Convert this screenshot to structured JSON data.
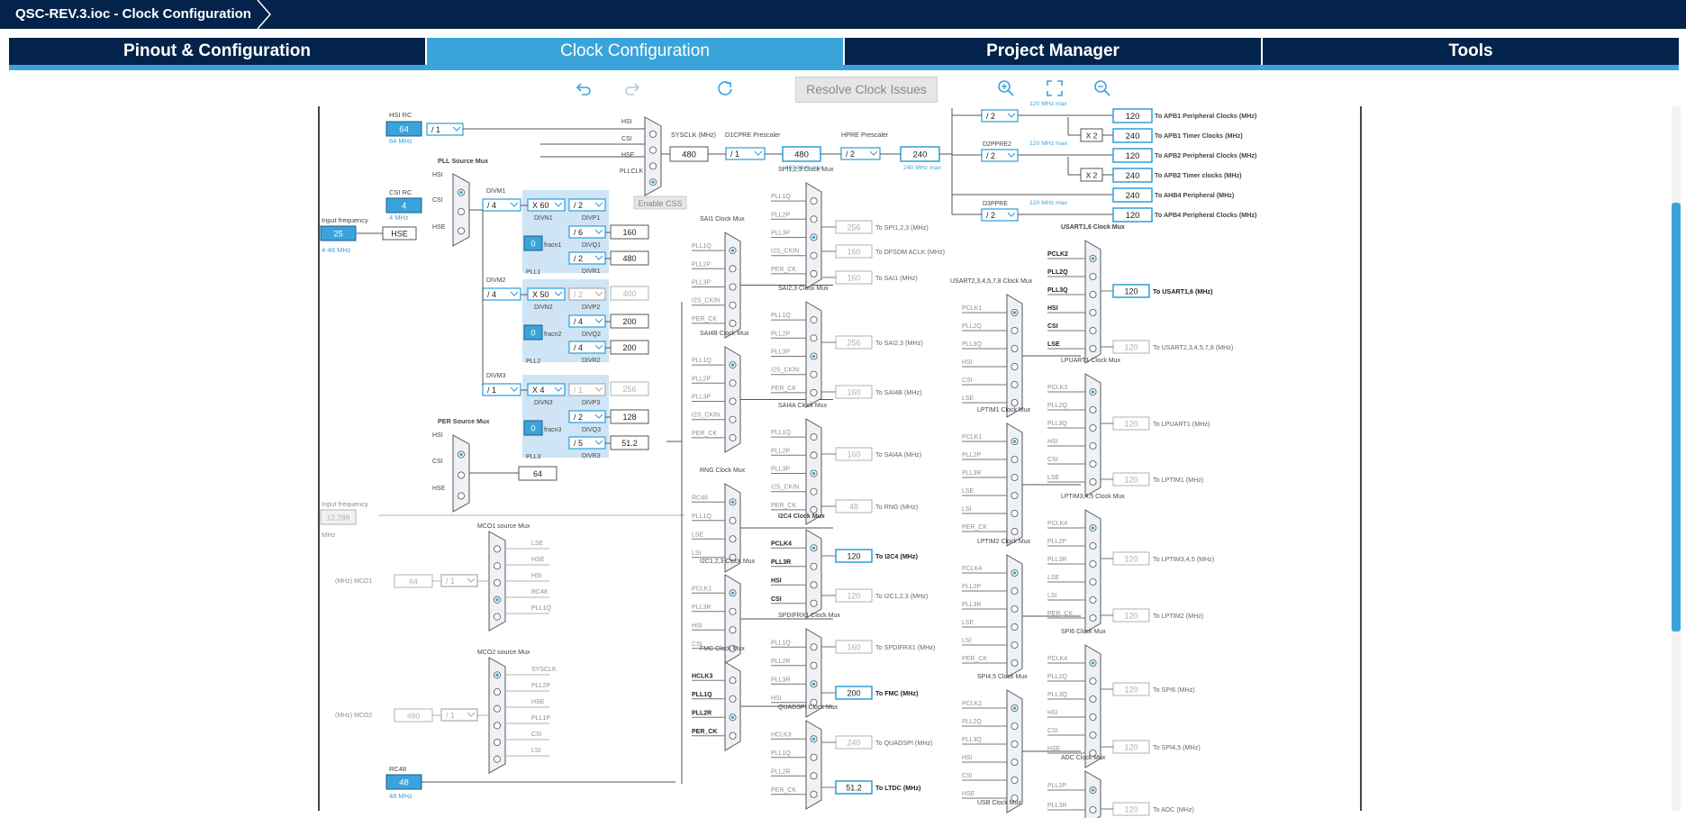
{
  "window": {
    "title": "QSC-REV.3.ioc - Clock Configuration"
  },
  "tabs": [
    {
      "label": "Pinout & Configuration"
    },
    {
      "label": "Clock Configuration"
    },
    {
      "label": "Project Manager"
    },
    {
      "label": "Tools"
    }
  ],
  "toolbar": {
    "resolve_label": "Resolve Clock Issues"
  },
  "diagram": {
    "hsi_rc": {
      "label": "HSI RC",
      "value": "64",
      "sub": "64 MHz"
    },
    "csi_rc": {
      "label": "CSI RC",
      "value": "4",
      "sub": "4 MHz"
    },
    "input_freq": {
      "label": "Input frequency",
      "value": "25",
      "sub": "4-48 MHz"
    },
    "input_freq2": {
      "label": "Input frequency",
      "value": "12.288",
      "sub": "MHz"
    },
    "hse_label": "HSE",
    "pll_source_mux": "PLL Source Mux",
    "per_source_mux": "PER Source Mux",
    "hsi_div": "/ 1",
    "sysclk": {
      "label": "SYSCLK (MHz)",
      "value": "480"
    },
    "d1cpre": {
      "label": "D1CPRE Prescaler",
      "value": "/ 1",
      "out": "480",
      "max": "480 MHz max"
    },
    "hpre": {
      "label": "HPRE Prescaler",
      "value": "/ 2",
      "out": "240",
      "max": "240 MHz max"
    },
    "pllclk": "PLLCLK",
    "enable_css": "Enable CSS",
    "pll1": {
      "label": "PLL1",
      "divm_label": "DIVM1",
      "divm": "/ 4",
      "divn_label": "DIVN1",
      "divn": "X 60",
      "divp_label": "DIVP1",
      "divp": "/ 2",
      "divq_label": "DIVQ1",
      "divq": "/ 6",
      "divq_out": "160",
      "divr_label": "DIVR1",
      "divr": "/ 2",
      "divr_out": "480",
      "frac": "0",
      "frac_label": "fracn1"
    },
    "pll2": {
      "label": "PLL2",
      "divm_label": "DIVM2",
      "divm": "/ 4",
      "divn_label": "DIVN2",
      "divn": "X 50",
      "divp_label": "DIVP2",
      "divp": "/ 2",
      "divp_out": "400",
      "divq_label": "DIVQ2",
      "divq": "/ 4",
      "divq_out": "200",
      "divr_label": "DIVR2",
      "divr": "/ 4",
      "divr_out": "200",
      "frac": "0",
      "frac_label": "fracn2"
    },
    "pll3": {
      "label": "PLL3",
      "divm_label": "DIVM3",
      "divm": "/ 1",
      "divn_label": "DIVN3",
      "divn": "X 4",
      "divp_label": "DIVP3",
      "divp": "/ 1",
      "divp_out": "256",
      "divq_label": "DIVQ3",
      "divq": "/ 2",
      "divq_out": "128",
      "divr_label": "DIVR3",
      "divr": "/ 5",
      "divr_out": "51.2",
      "frac": "0",
      "frac_label": "fracn3"
    },
    "per_out": "64",
    "apb": [
      {
        "div": "/ 2",
        "max": "120 MHz max",
        "out": "120",
        "label": "To APB1 Peripheral Clocks (MHz)"
      },
      {
        "mul": "X 2",
        "out": "240",
        "label": "To APB1 Timer Clocks (MHz)"
      },
      {
        "div_label": "D2PPRE2",
        "div": "/ 2",
        "max": "120 MHz max",
        "out": "120",
        "label": "To APB2 Peripheral Clocks (MHz)"
      },
      {
        "mul": "X 2",
        "out": "240",
        "label": "To APB2 Timer clocks (MHz)"
      },
      {
        "out": "240",
        "label": "To AHB4 Peripheral (MHz)"
      },
      {
        "div_label": "D3PPRE",
        "div": "/ 2",
        "max": "120 MHz max",
        "out": "120",
        "label": "To APB4 Peripheral Clocks (MHz)"
      }
    ],
    "rc48": {
      "label": "RC48",
      "value": "48",
      "sub": "48 MHz"
    },
    "mco1": {
      "label": "MCO1 source Mux",
      "out_label": "(MHz) MCO1",
      "value": "64",
      "div": "/ 1",
      "inputs": [
        "LSE",
        "HSE",
        "HSI",
        "RC48",
        "PLL1Q"
      ]
    },
    "mco2": {
      "label": "MCO2 source Mux",
      "out_label": "(MHz) MCO2",
      "value": "480",
      "div": "/ 1",
      "inputs": [
        "SYSCLK",
        "PLL2P",
        "HSE",
        "PLL1P",
        "CSI",
        "LSI"
      ]
    },
    "col1_muxes": [
      {
        "title": "SAI1 Clock Mux",
        "inputs": [
          "PLL1Q",
          "PLL2P",
          "PLL3P",
          "I2S_CKIN",
          "PER_CK"
        ]
      },
      {
        "title": "SAI4B Clock Mux",
        "inputs": [
          "PLL1Q",
          "PLL2P",
          "PLL3P",
          "I2S_CKIN",
          "PER_CK"
        ]
      },
      {
        "title": "RNG Clock Mux",
        "inputs": [
          "RC48",
          "PLL1Q",
          "LSE",
          "LSI"
        ]
      },
      {
        "title": "I2C1,2,3 Clock Mux",
        "inputs": [
          "PCLK1",
          "PLL3R",
          "HSI",
          "CSI"
        ]
      },
      {
        "title": "FMC Clock Mux",
        "inputs": [
          "HCLK3",
          "PLL1Q",
          "PLL2R",
          "PER_CK"
        ]
      }
    ],
    "col2_muxes": [
      {
        "title": "SPI1,2,3 Clock Mux",
        "inputs": [
          "PLL1Q",
          "PLL2P",
          "PLL3P",
          "I2S_CKIN",
          "PER_CK"
        ],
        "out": "256",
        "label": "To SPI1,2,3 (MHz)"
      },
      {
        "title": "",
        "inputs": [],
        "out": "160",
        "label": "To DFSDM ACLK (MHz)"
      },
      {
        "title": "SAI2,3 Clock Mux",
        "inputs": [
          "PLL1Q",
          "PLL2P",
          "PLL3P",
          "I2S_CKIN",
          "PER_CK"
        ],
        "out": "160",
        "label": "To SAI1 (MHz)"
      },
      {
        "title": "",
        "inputs": [],
        "out": "256",
        "label": "To SAI2,3 (MHz)"
      },
      {
        "title": "SAI4A Clock Mux",
        "inputs": [
          "PLL1Q",
          "PLL2P",
          "PLL3P",
          "I2S_CKIN",
          "PER_CK"
        ],
        "out": "160",
        "label": "To SAI4B (MHz)"
      },
      {
        "title": "",
        "inputs": [],
        "out": "160",
        "label": "To SAI4A (MHz)"
      },
      {
        "title": "",
        "inputs": [],
        "out": "48",
        "label": "To RNG (MHz)"
      },
      {
        "title": "I2C4 Clock Mux",
        "inputs": [
          "PCLK4",
          "PLL3R",
          "HSI",
          "CSI"
        ],
        "out": "120",
        "label": "To I2C4 (MHz)"
      },
      {
        "title": "",
        "inputs": [],
        "out": "120",
        "label": "To I2C1,2,3 (MHz)"
      },
      {
        "title": "SPDIFRX1 Clock Mux",
        "inputs": [
          "PLL1Q",
          "PLL2R",
          "PLL3R",
          "HSI"
        ],
        "out": "160",
        "label": "To SPDIFRX1 (MHz)"
      },
      {
        "title": "",
        "inputs": [],
        "out": "200",
        "label": "To FMC (MHz)"
      },
      {
        "title": "QUADSPI Clock Mux",
        "inputs": [
          "HCLK3",
          "PLL1Q",
          "PLL2R",
          "PER_CK"
        ],
        "out": "240",
        "label": "To QUADSPI (MHz)"
      },
      {
        "title": "",
        "inputs": [],
        "out": "51.2",
        "label": "To LTDC (MHz)"
      }
    ],
    "col3_muxes": [
      {
        "title": "USART2,3,4,5,7,8 Clock Mux",
        "inputs": [
          "PCLK1",
          "PLL2Q",
          "PLL3Q",
          "HSI",
          "CSI",
          "LSE"
        ]
      },
      {
        "title": "LPTIM1 Clock Mux",
        "inputs": [
          "PCLK1",
          "PLL2P",
          "PLL3R",
          "LSE",
          "LSI",
          "PER_CK"
        ]
      },
      {
        "title": "LPTIM2 Clock Mux",
        "inputs": [
          "PCLK4",
          "PLL2P",
          "PLL3R",
          "LSE",
          "LSI",
          "PER_CK"
        ]
      },
      {
        "title": "SPI4,5 Clock Mux",
        "inputs": [
          "PCLK2",
          "PLL2Q",
          "PLL3Q",
          "HSI",
          "CSI",
          "HSE"
        ]
      },
      {
        "title": "USB Clock Mux",
        "inputs": []
      }
    ],
    "col4_muxes": [
      {
        "title": "USART1,6 Clock Mux",
        "inputs": [
          "PCLK2",
          "PLL2Q",
          "PLL3Q",
          "HSI",
          "CSI",
          "LSE"
        ],
        "out": "120",
        "label": "To USART1,6 (MHz)"
      },
      {
        "title": "",
        "inputs": [],
        "out": "120",
        "label": "To USART2,3,4,5,7,8 (MHz)"
      },
      {
        "title": "LPUART1 Clock Mux",
        "inputs": [
          "PCLK3",
          "PLL2Q",
          "PLL3Q",
          "HSI",
          "CSI",
          "LSE"
        ],
        "out": "120",
        "label": "To LPUART1 (MHz)"
      },
      {
        "title": "",
        "inputs": [],
        "out": "120",
        "label": "To LPTIM1 (MHz)"
      },
      {
        "title": "LPTIM3,4,5 Clock Mux",
        "inputs": [
          "PCLK4",
          "PLL2P",
          "PLL3R",
          "LSE",
          "LSI",
          "PER_CK"
        ],
        "out": "120",
        "label": "To LPTIM3,4,5 (MHz)"
      },
      {
        "title": "",
        "inputs": [],
        "out": "120",
        "label": "To LPTIM2 (MHz)"
      },
      {
        "title": "SPI6 Clock Mux",
        "inputs": [
          "PCLK4",
          "PLL2Q",
          "PLL3Q",
          "HSI",
          "CSI",
          "HSE"
        ],
        "out": "120",
        "label": "To SPI6 (MHz)"
      },
      {
        "title": "",
        "inputs": [],
        "out": "120",
        "label": "To SPI4,5 (MHz)"
      },
      {
        "title": "ADC Clock Mux",
        "inputs": [
          "PLL2P",
          "PLL3R"
        ],
        "out": "120",
        "label": "To ADC (MHz)"
      }
    ]
  }
}
